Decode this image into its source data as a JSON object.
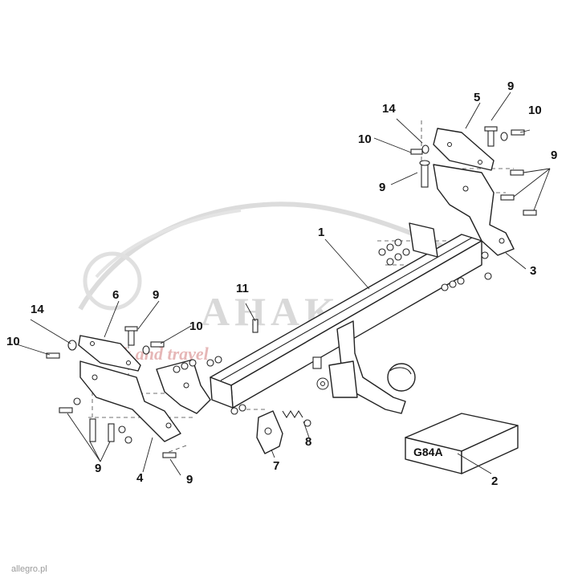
{
  "callouts": {
    "c1": "1",
    "c2": "2",
    "c3": "3",
    "c4": "4",
    "c5": "5",
    "c6": "6",
    "c7": "7",
    "c8": "8",
    "c9": "9",
    "c10": "10",
    "c11": "11",
    "c14": "14"
  },
  "kit_box_label": "G84A",
  "watermark": {
    "brand": "AHAKA",
    "slogan": "hook and travel"
  },
  "footer_mark": "allegro.pl"
}
